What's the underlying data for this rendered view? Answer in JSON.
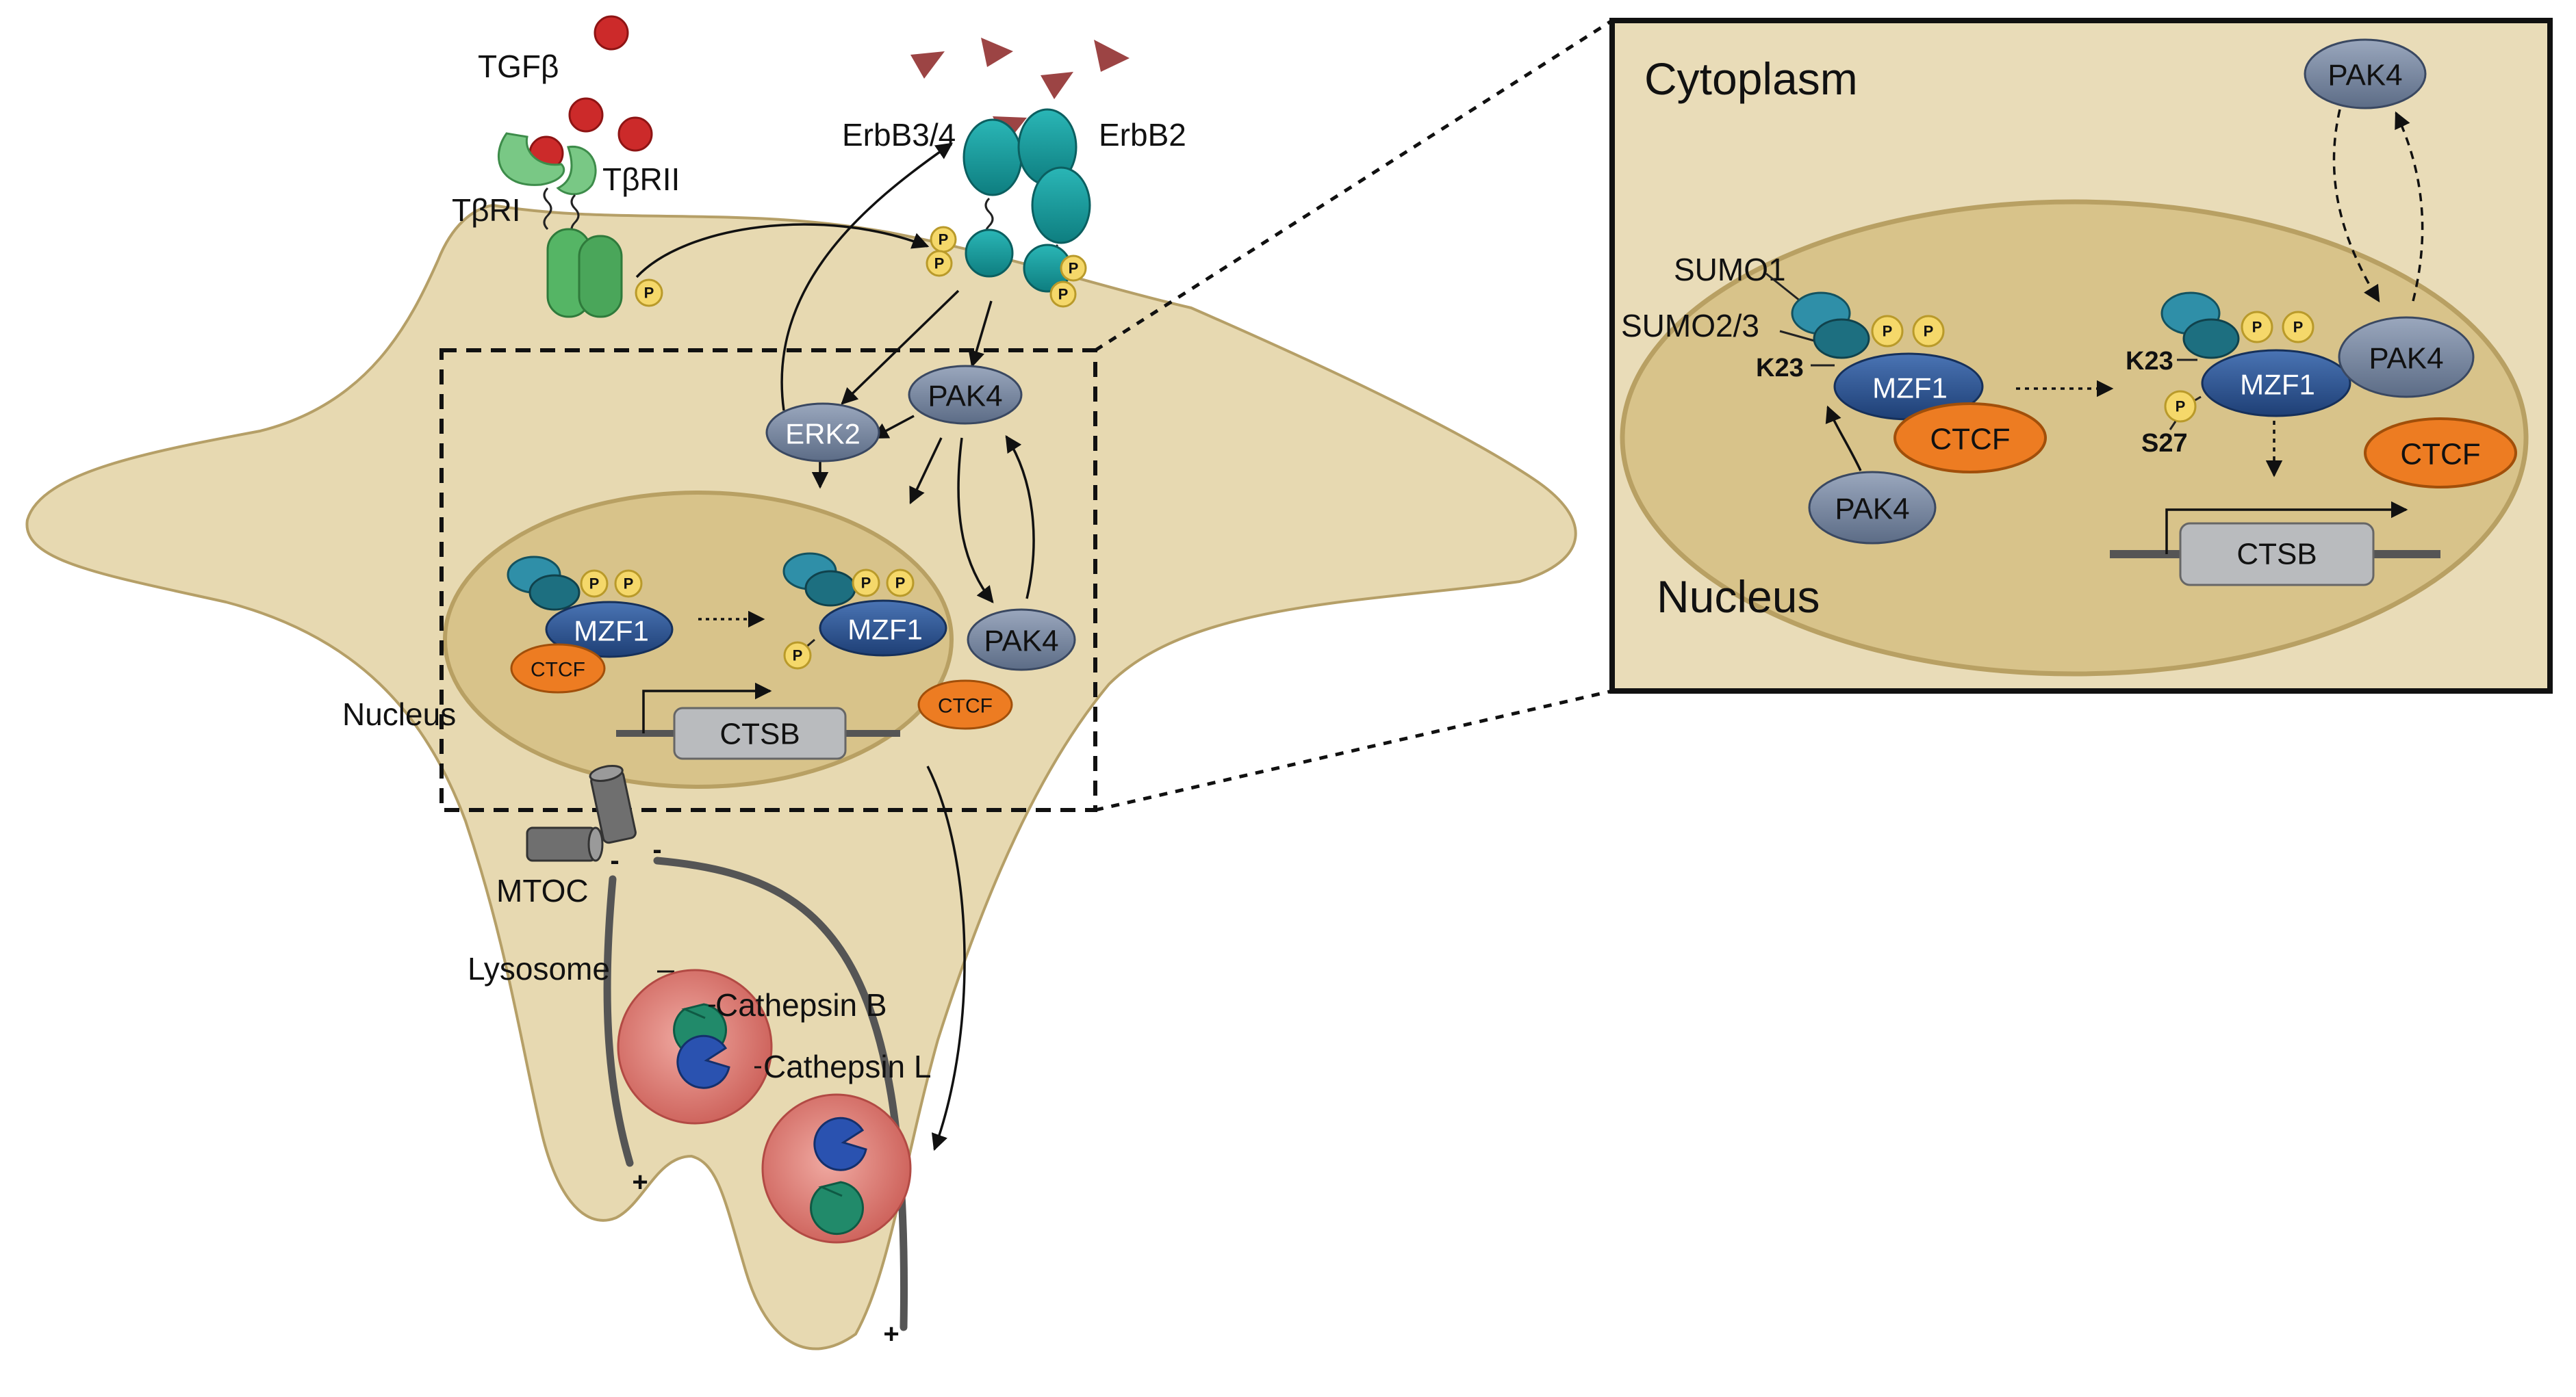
{
  "colors": {
    "cell_fill": "#e7d9b1",
    "cell_stroke": "#b59f67",
    "nucleus_fill": "#d8c38a",
    "nucleus_stroke": "#b8a063",
    "inset_bg": "#e9dcb8",
    "receptor_green": "#55b565",
    "receptor_teal": "#189c9c",
    "ligand_red": "#cc2a2a",
    "ligand_triangle": "#9c4444",
    "mzf1_blue": "#2e5590",
    "pak4_gray": "#7686a0",
    "ctcf_orange": "#ed7c22",
    "phospho_yellow": "#f5d86a",
    "sumo1": "#2f8fa8",
    "sumo23": "#1d6f80",
    "lysosome_red": "#d97870",
    "cathepsin_b": "#218a6a",
    "cathepsin_l": "#2a52b0",
    "mtoc_gray": "#6f6f6f"
  },
  "labels": {
    "tgfb": "TGFβ",
    "tbri": "TβRI",
    "tbrii": "TβRII",
    "erbb34": "ErbB3/4",
    "erbb2": "ErbB2",
    "erk2": "ERK2",
    "pak4": "PAK4",
    "mzf1": "MZF1",
    "ctcf": "CTCF",
    "ctsb": "CTSB",
    "nucleus": "Nucleus",
    "mtoc": "MTOC",
    "lysosome": "Lysosome",
    "cathepsin_b": "Cathepsin B",
    "cathepsin_l": "Cathepsin L",
    "p": "P",
    "plus": "+",
    "minus": "-"
  },
  "inset": {
    "cytoplasm": "Cytoplasm",
    "nucleus": "Nucleus",
    "sumo1": "SUMO1",
    "sumo23": "SUMO2/3",
    "k23": "K23",
    "s27": "S27",
    "pak4": "PAK4",
    "mzf1": "MZF1",
    "ctcf": "CTCF",
    "ctsb": "CTSB"
  }
}
